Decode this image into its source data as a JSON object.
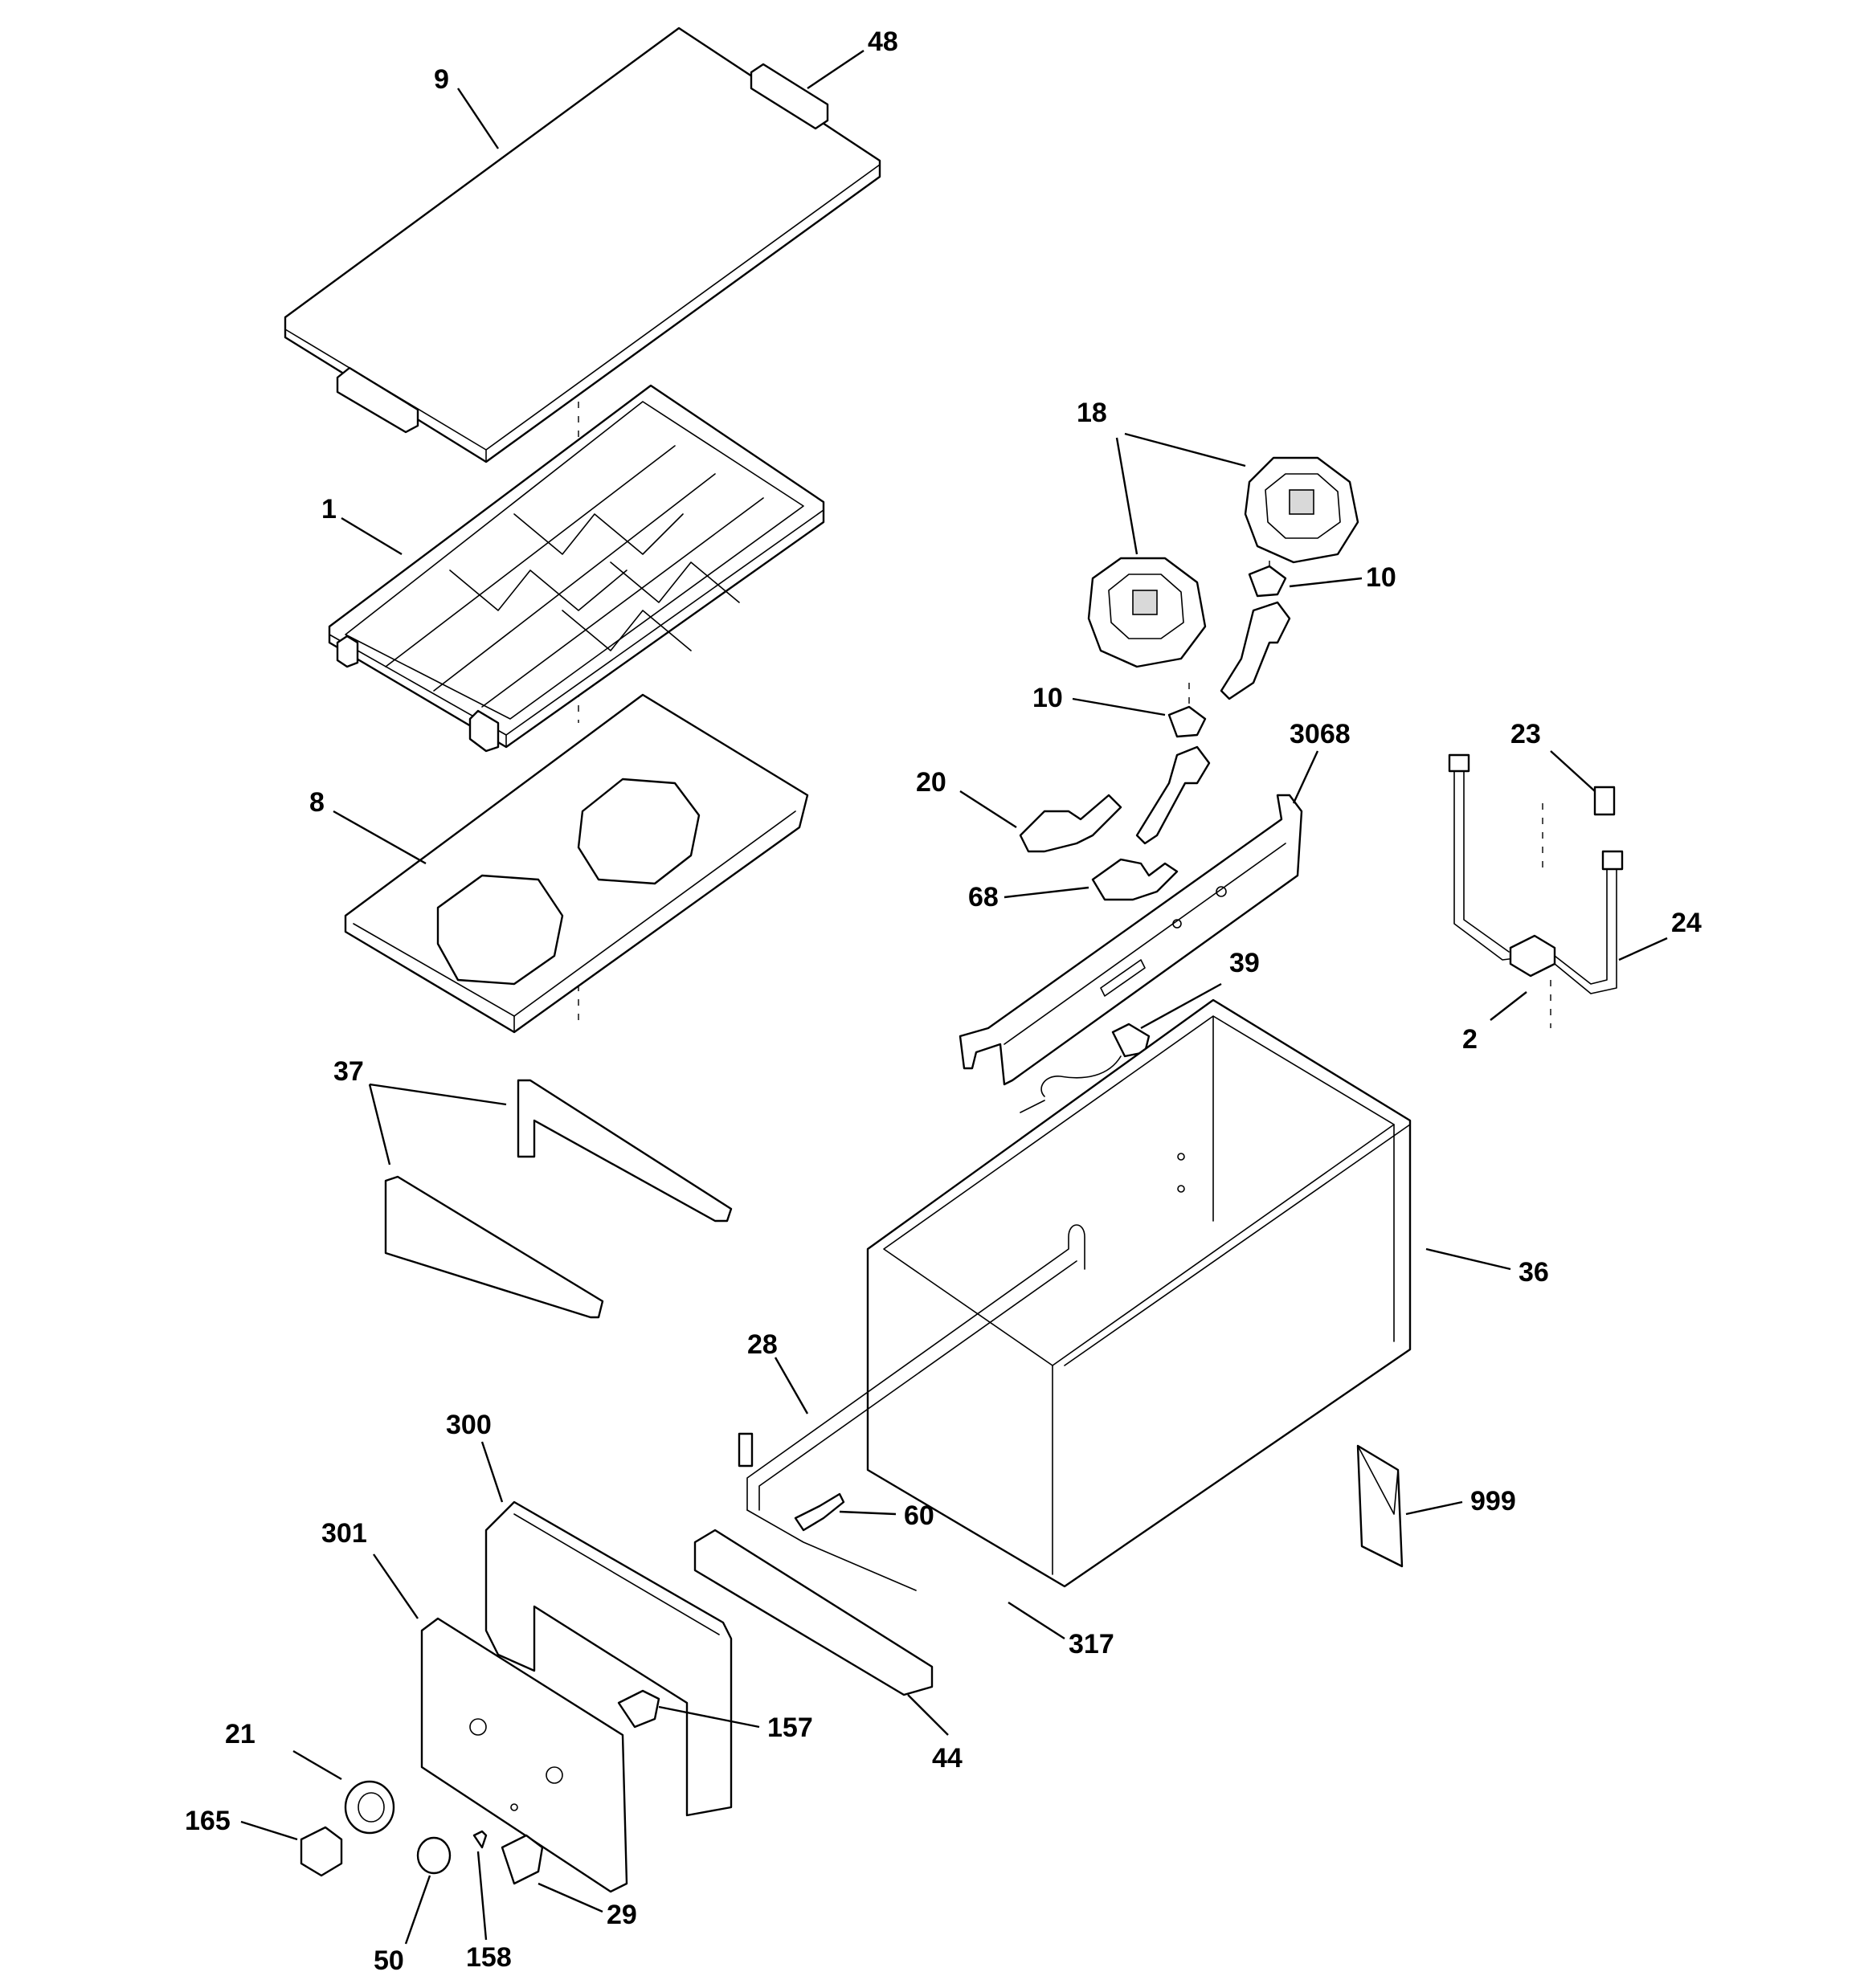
{
  "callouts": [
    {
      "id": "c48",
      "text": "48"
    },
    {
      "id": "c9",
      "text": "9"
    },
    {
      "id": "c1",
      "text": "1"
    },
    {
      "id": "c8",
      "text": "8"
    },
    {
      "id": "c18",
      "text": "18"
    },
    {
      "id": "c10a",
      "text": "10"
    },
    {
      "id": "c10b",
      "text": "10"
    },
    {
      "id": "c3068",
      "text": "3068"
    },
    {
      "id": "c20",
      "text": "20"
    },
    {
      "id": "c68",
      "text": "68"
    },
    {
      "id": "c23",
      "text": "23"
    },
    {
      "id": "c24",
      "text": "24"
    },
    {
      "id": "c2",
      "text": "2"
    },
    {
      "id": "c39",
      "text": "39"
    },
    {
      "id": "c37",
      "text": "37"
    },
    {
      "id": "c36",
      "text": "36"
    },
    {
      "id": "c28",
      "text": "28"
    },
    {
      "id": "c300",
      "text": "300"
    },
    {
      "id": "c301",
      "text": "301"
    },
    {
      "id": "c60",
      "text": "60"
    },
    {
      "id": "c999",
      "text": "999"
    },
    {
      "id": "c317",
      "text": "317"
    },
    {
      "id": "c157",
      "text": "157"
    },
    {
      "id": "c44",
      "text": "44"
    },
    {
      "id": "c21",
      "text": "21"
    },
    {
      "id": "c165",
      "text": "165"
    },
    {
      "id": "c50",
      "text": "50"
    },
    {
      "id": "c158",
      "text": "158"
    },
    {
      "id": "c29",
      "text": "29"
    }
  ]
}
